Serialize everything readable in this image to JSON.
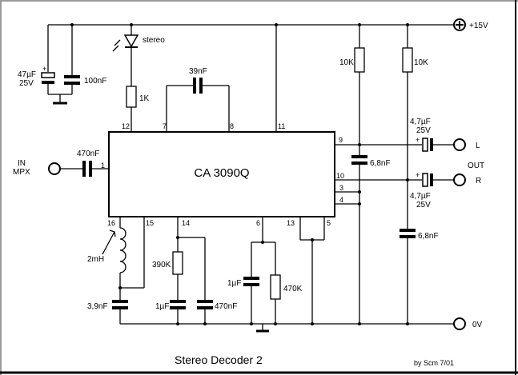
{
  "supply": "+15V",
  "ground_label": "0V",
  "chip": {
    "name": "CA 3090Q",
    "pins": [
      "12",
      "7",
      "8",
      "11",
      "9",
      "1",
      "10",
      "3",
      "4",
      "16",
      "15",
      "14",
      "6",
      "13",
      "5"
    ]
  },
  "input": {
    "line1": "IN",
    "line2": "MPX"
  },
  "output": {
    "title": "OUT",
    "left": "L",
    "right": "R"
  },
  "components": {
    "c_47u": "47µF",
    "c_47u_v": "25V",
    "c_100n": "100nF",
    "led": "stereo",
    "r_1k": "1K",
    "c_39n": "39nF",
    "c_470n_in": "470nF",
    "r_10k_a": "10K",
    "r_10k_b": "10K",
    "c_68n_a": "6,8nF",
    "c_68n_b": "6,8nF",
    "c_47u_l": "4,7µF",
    "c_47u_l_v": "25V",
    "c_47u_r": "4,7µF",
    "c_47u_r_v": "25V",
    "l_2m": "2mH",
    "c_39n_bot": "3,9nF",
    "r_390k": "390K",
    "c_1u_a": "1µF",
    "c_470n_b": "470nF",
    "c_1u_b": "1µF",
    "r_470k": "470K"
  },
  "title": "Stereo Decoder 2",
  "credit": "by Scm  7/01"
}
